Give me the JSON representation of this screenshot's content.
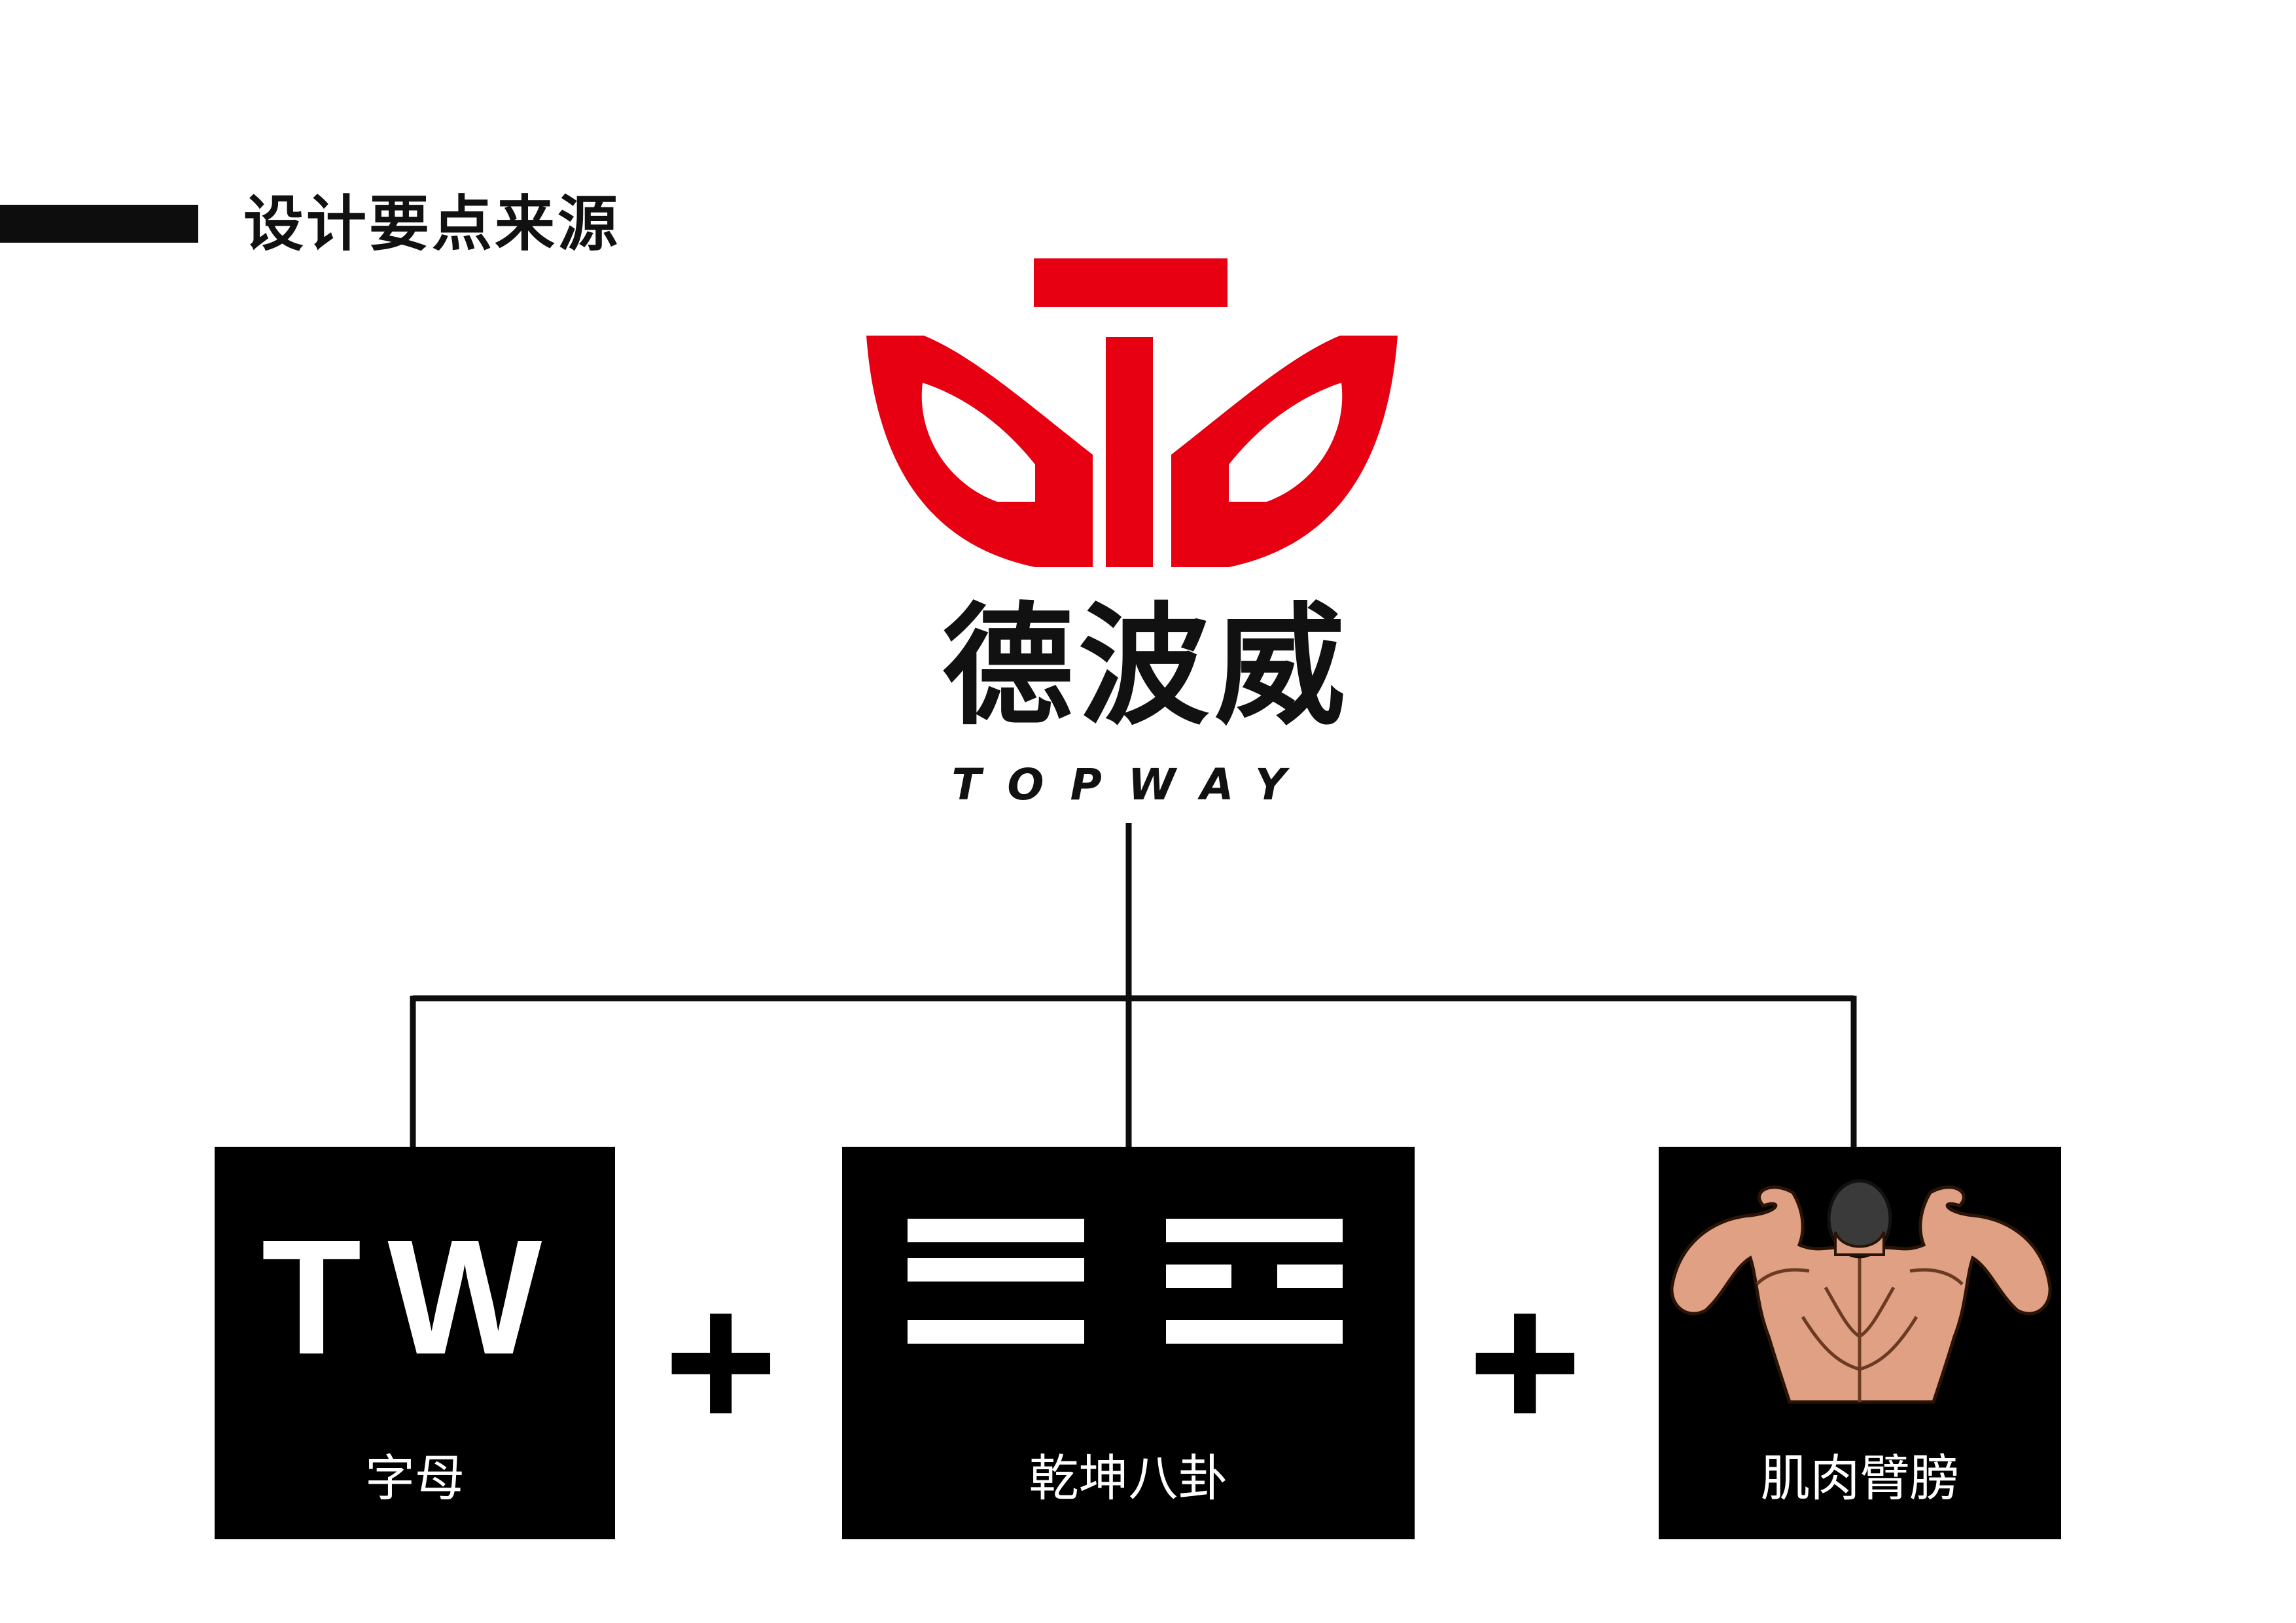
{
  "section": {
    "title": "设计要点来源"
  },
  "brand": {
    "name_cn": "德波威",
    "name_en": "TOPWAY"
  },
  "colors": {
    "brand_red": "#e60012",
    "black": "#000000",
    "white": "#ffffff"
  },
  "sources": [
    {
      "label": "字母",
      "content": "TW"
    },
    {
      "label": "乾坤八卦",
      "icon": "trigrams-icon"
    },
    {
      "label": "肌肉臂膀",
      "icon": "muscle-back-illustration"
    }
  ],
  "operators": [
    "+",
    "+"
  ]
}
